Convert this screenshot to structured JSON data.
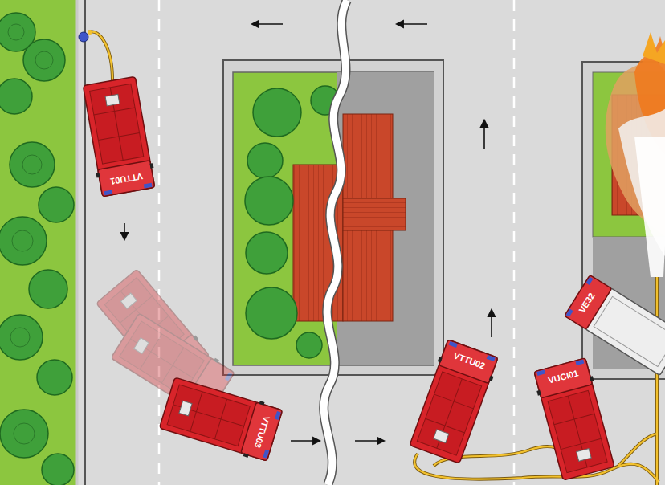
{
  "diagram": {
    "labels": [
      "VTTU01",
      "VE32",
      "VTTU02",
      "VUCI01",
      "VTTU03"
    ]
  }
}
